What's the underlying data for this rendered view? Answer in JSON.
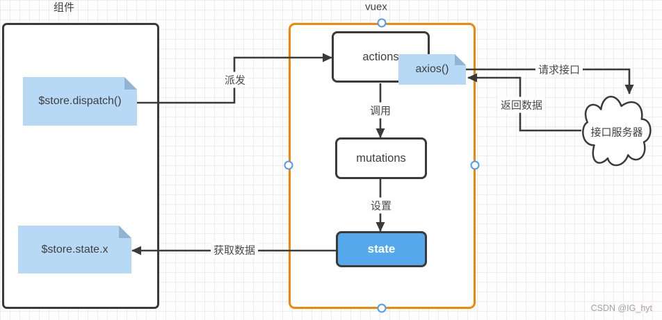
{
  "component": {
    "title": "组件",
    "dispatch_note": "$store.dispatch()",
    "state_note": "$store.state.x"
  },
  "vuex": {
    "title": "vuex",
    "actions_label": "actions",
    "mutations_label": "mutations",
    "state_label": "state",
    "axios_note": "axios()"
  },
  "server": {
    "label": "接口服务器"
  },
  "arrows": {
    "dispatch": "派发",
    "invoke": "调用",
    "set": "设置",
    "get_data": "获取数据",
    "request_api": "请求接口",
    "return_data": "返回数据"
  },
  "colors": {
    "vuex_border": "#f08705",
    "note_fill": "#b7d9f6",
    "note_fold": "#8fb4d4",
    "state_fill": "#55a8ec",
    "stroke": "#3a3a3a",
    "handle": "#4f9bf0",
    "grid": "#ececec"
  },
  "watermark": "CSDN @IG_hyt"
}
